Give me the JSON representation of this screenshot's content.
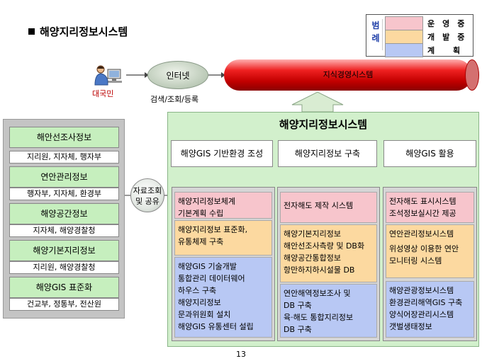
{
  "title": "해양지리정보시스템",
  "legend": {
    "title": "범례",
    "items": [
      {
        "label": "운영중",
        "color": "#f7c5cc"
      },
      {
        "label": "개발중",
        "color": "#fcd9a0"
      },
      {
        "label": "계 획",
        "color": "#b8c8f4"
      }
    ]
  },
  "user_label": "대국민",
  "internet": {
    "label": "인터넷",
    "sub": "검색/조회/등록"
  },
  "kms_label": "지식경영시스템",
  "left_panel": [
    {
      "title": "해안선조사정보",
      "agencies": "지리원, 지자체, 행자부"
    },
    {
      "title": "연안관리정보",
      "agencies": "행자부, 지자체, 환경부"
    },
    {
      "title": "해양공간정보",
      "agencies": "지자체, 해양경찰청"
    },
    {
      "title": "해양기본지리정보",
      "agencies": "지리원, 해양경찰청"
    },
    {
      "title": "해양GIS 표준화",
      "agencies": "건교부, 정통부, 전산원"
    }
  ],
  "share_label": "자료조회 및 공유",
  "main_title": "해양지리정보시스템",
  "columns": [
    {
      "header": "해양GIS 기반환경 조성",
      "blocks": [
        {
          "status": "operating",
          "lines": [
            "해양지리정보체계",
            "기본계획 수립"
          ]
        },
        {
          "status": "developing",
          "lines": [
            "해양지리정보 표준화,",
            "유통체제 구축"
          ]
        },
        {
          "status": "planned",
          "lines": [
            "해양GIS 기술개발",
            "통합관리 데이터웨어",
            "하우스 구축",
            "해양지리정보",
            "문과위원회 설치",
            "해양GIS 유통센터 설립"
          ]
        }
      ]
    },
    {
      "header": "해양지리정보 구축",
      "blocks": [
        {
          "status": "operating",
          "lines": [
            "전자해도 제작 시스템"
          ]
        },
        {
          "status": "developing",
          "lines": [
            "해양기본지리정보",
            "해안선조사측량 및 DB화",
            "해양공간통합정보",
            "항만하지하시설물 DB"
          ]
        },
        {
          "status": "planned",
          "lines": [
            "연안해역정보조사 및",
            "DB 구축",
            "육·해도 통합지리정보",
            "DB 구축"
          ]
        }
      ]
    },
    {
      "header": "해양GIS 활용",
      "blocks": [
        {
          "status": "operating",
          "lines": [
            "전자해도 표시시스템",
            "조석정보실시간 제공"
          ]
        },
        {
          "status": "developing",
          "lines": [
            "연안관리정보시스템",
            "위성영상 이용한 연안",
            "모니터링 시스템"
          ]
        },
        {
          "status": "planned",
          "lines": [
            "해양관광정보시스템",
            "환경관리해역GIS 구축",
            "양식어장관리시스템",
            "갯벌생태정보"
          ]
        }
      ]
    }
  ],
  "page_number": "13"
}
